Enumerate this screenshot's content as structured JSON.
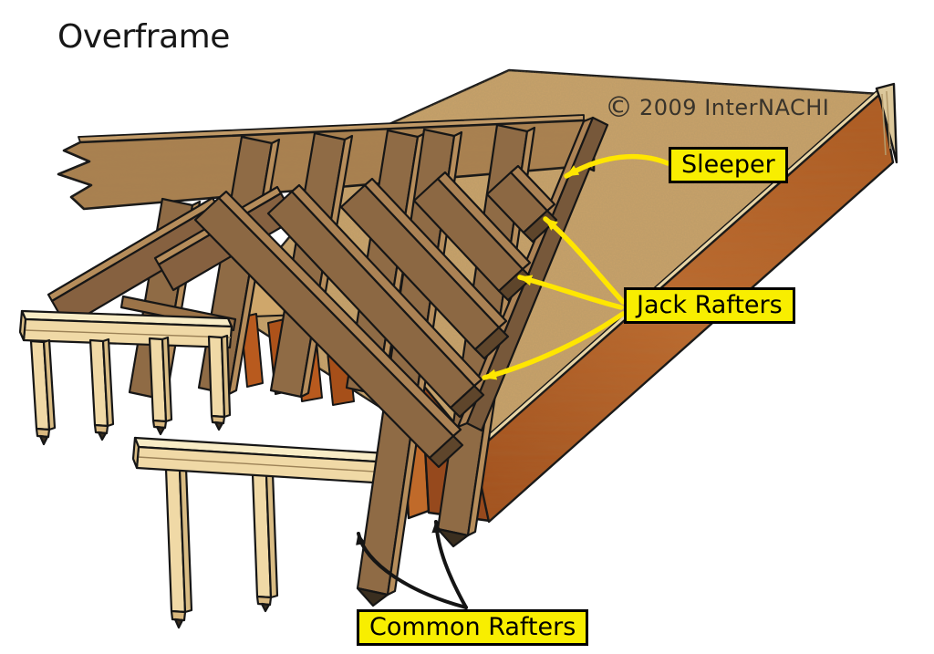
{
  "title": "Overframe",
  "copyright": {
    "symbol": "©",
    "text": "2009 InterNACHI"
  },
  "labels": {
    "sleeper": "Sleeper",
    "jack_rafters": "Jack Rafters",
    "common_rafters": "Common Rafters"
  },
  "colors": {
    "background": "#ffffff",
    "label_background": "#f8ee00",
    "label_border": "#000000",
    "label_text": "#000000",
    "arrow_yellow": "#ffe600",
    "arrow_black": "#151515",
    "deck_osb": "#c9a269",
    "fascia": "#b2601f",
    "ridge_wood": "#aa8150",
    "rafter_wood": "#8f6b45",
    "framing_lumber_light": "#f0d9a6",
    "blocking_orange": "#b85a1e",
    "title_text": "#171717"
  }
}
